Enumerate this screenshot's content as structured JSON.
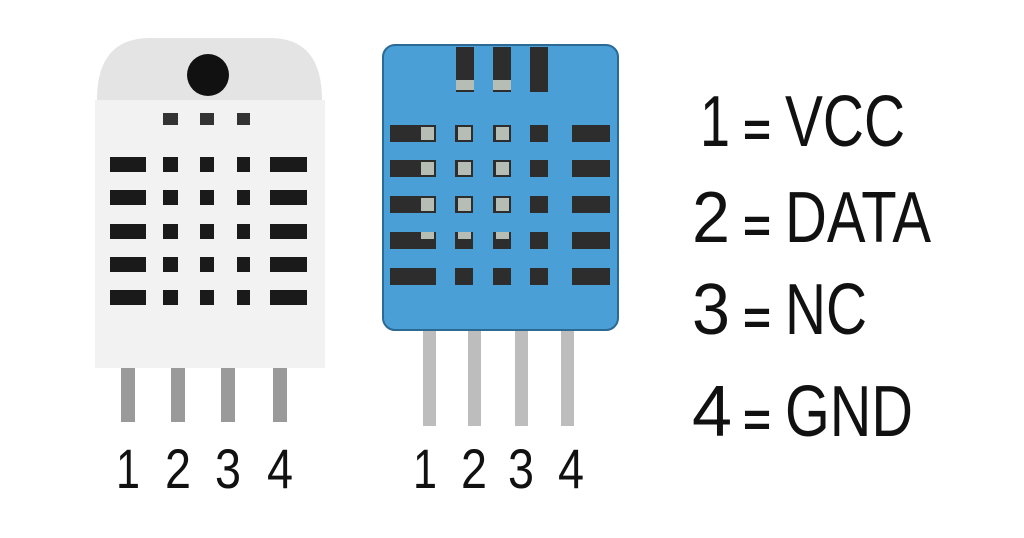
{
  "sensors": [
    {
      "body_color": "#efefef",
      "pin_labels": [
        "1",
        "2",
        "3",
        "4"
      ]
    },
    {
      "body_color": "#4a9fd6",
      "pin_labels": [
        "1",
        "2",
        "3",
        "4"
      ]
    }
  ],
  "legend": [
    {
      "pin": "1",
      "eq": "=",
      "name": "VCC"
    },
    {
      "pin": "2",
      "eq": "=",
      "name": "DATA"
    },
    {
      "pin": "3",
      "eq": "=",
      "name": "NC"
    },
    {
      "pin": "4",
      "eq": "=",
      "name": "GND"
    }
  ]
}
